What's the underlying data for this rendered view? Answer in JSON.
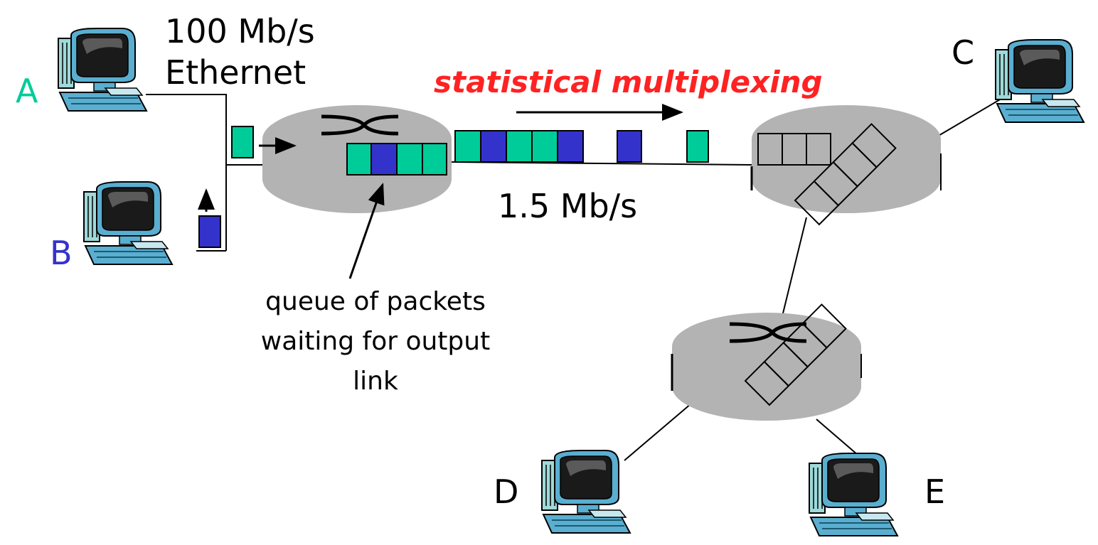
{
  "labels": {
    "ethernet_speed": "100 Mb/s",
    "ethernet_name": "Ethernet",
    "title": "statistical multiplexing",
    "link_speed": "1.5 Mb/s",
    "queue_line1": "queue of packets",
    "queue_line2": "waiting for output",
    "queue_line3": "link"
  },
  "hosts": {
    "a": "A",
    "b": "B",
    "c": "C",
    "d": "D",
    "e": "E"
  },
  "colors": {
    "host_a": "#00cc99",
    "host_b": "#3333cc",
    "title": "#ff2222",
    "packet_green": "#00cc99",
    "packet_blue": "#3333cc",
    "router": "#b3b3b3"
  },
  "icons": {
    "computer": "desktop-computer-icon",
    "router": "router-switch-icon"
  }
}
